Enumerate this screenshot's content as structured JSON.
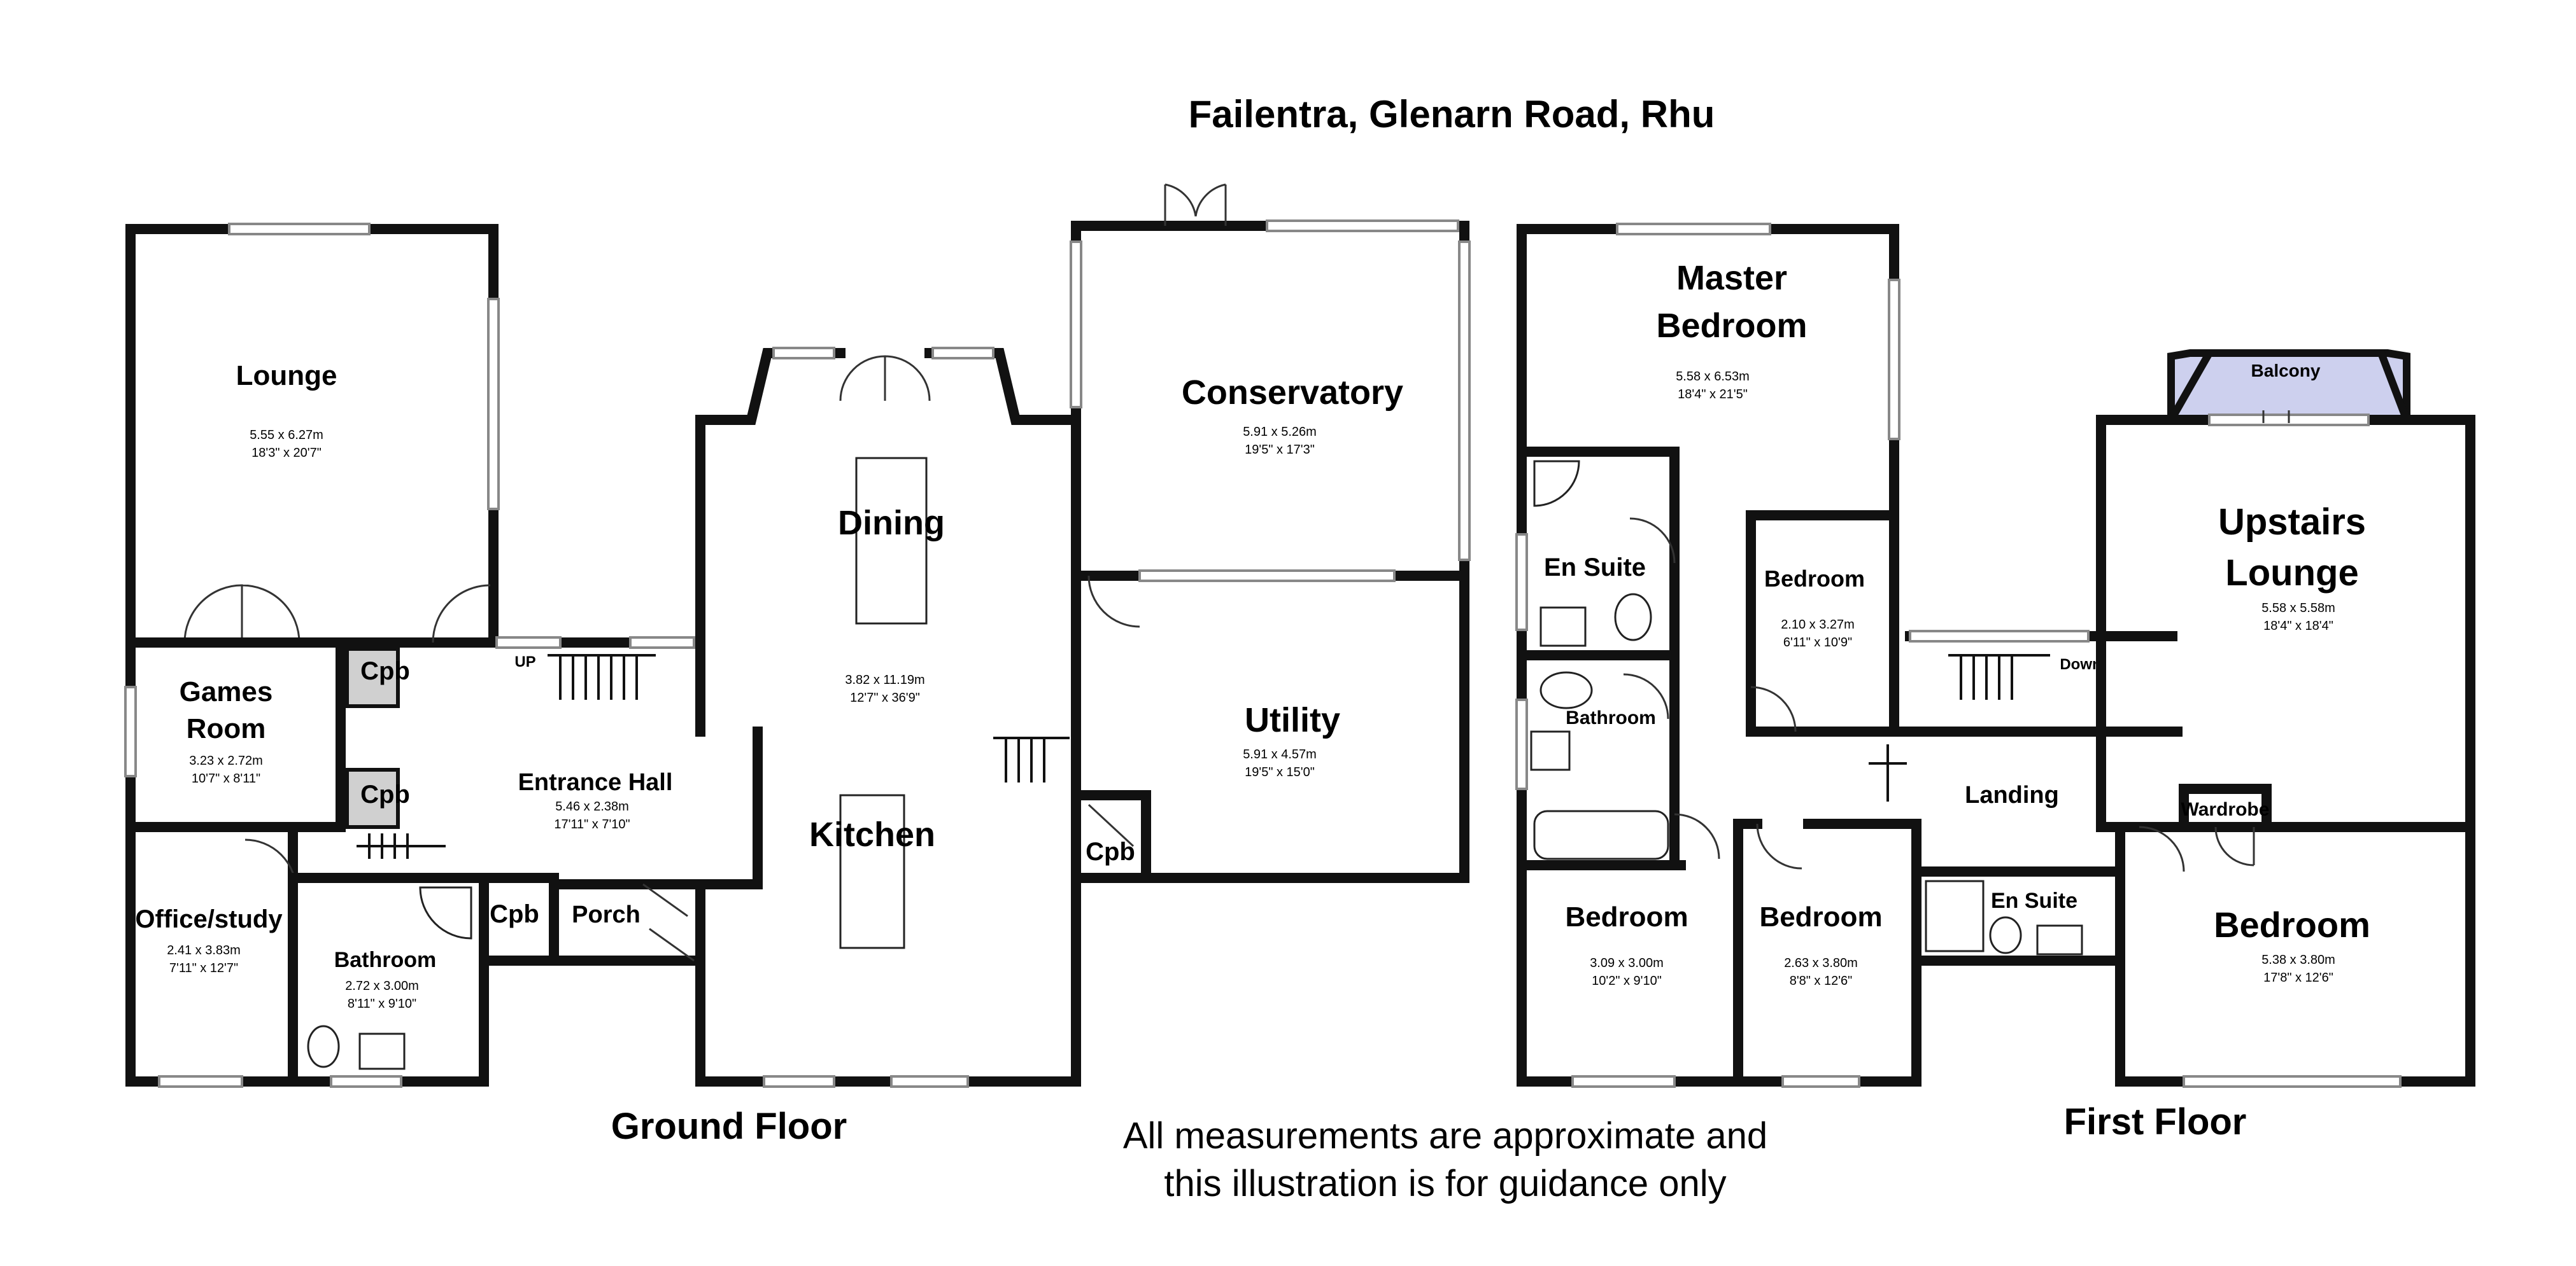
{
  "title": "Failentra, Glenarn Road, Rhu",
  "floors": {
    "ground": "Ground Floor",
    "first": "First Floor"
  },
  "disclaimer": {
    "line1": "All measurements are approximate and",
    "line2": "this illustration is for guidance only"
  },
  "ground": {
    "lounge": {
      "name": "Lounge",
      "metric": "5.55 x 6.27m",
      "imperial": "18'3\" x 20'7\""
    },
    "games_room": {
      "line1": "Games",
      "line2": "Room",
      "metric": "3.23 x 2.72m",
      "imperial": "10'7\" x 8'11\""
    },
    "office": {
      "name": "Office/study",
      "metric": "2.41 x 3.83m",
      "imperial": "7'11\" x 12'7\""
    },
    "bathroom": {
      "name": "Bathroom",
      "metric": "2.72 x 3.00m",
      "imperial": "8'11\" x 9'10\""
    },
    "entrance_hall": {
      "name": "Entrance Hall",
      "metric": "5.46 x 2.38m",
      "imperial": "17'11\" x 7'10\""
    },
    "cpb_1": "Cpb",
    "cpb_2": "Cpb",
    "cpb_3": "Cpb",
    "cpb_4": "Cpb",
    "porch": "Porch",
    "up": "UP",
    "dining": "Dining",
    "kitchen": {
      "name": "Kitchen",
      "metric": "3.82 x 11.19m",
      "imperial": "12'7\" x 36'9\""
    },
    "conservatory": {
      "name": "Conservatory",
      "metric": "5.91 x 5.26m",
      "imperial": "19'5\" x 17'3\""
    },
    "utility": {
      "name": "Utility",
      "metric": "5.91 x 4.57m",
      "imperial": "19'5\" x 15'0\""
    }
  },
  "first": {
    "master_bedroom": {
      "line1": "Master",
      "line2": "Bedroom",
      "metric": "5.58 x 6.53m",
      "imperial": "18'4\" x 21'5\""
    },
    "en_suite_1": "En Suite",
    "bedroom_small": {
      "name": "Bedroom",
      "metric": "2.10 x 3.27m",
      "imperial": "6'11\" x 10'9\""
    },
    "bathroom": "Bathroom",
    "bedroom_left": {
      "name": "Bedroom",
      "metric": "3.09 x 3.00m",
      "imperial": "10'2\" x 9'10\""
    },
    "bedroom_mid": {
      "name": "Bedroom",
      "metric": "2.63 x 3.80m",
      "imperial": "8'8\" x 12'6\""
    },
    "landing": "Landing",
    "down": "Down",
    "en_suite_2": "En Suite",
    "wardrobe": "Wardrobe",
    "bedroom_right": {
      "name": "Bedroom",
      "metric": "5.38 x 3.80m",
      "imperial": "17'8\" x 12'6\""
    },
    "upstairs_lounge": {
      "line1": "Upstairs",
      "line2": "Lounge",
      "metric": "5.58 x 5.58m",
      "imperial": "18'4\" x 18'4\""
    },
    "balcony": "Balcony"
  }
}
